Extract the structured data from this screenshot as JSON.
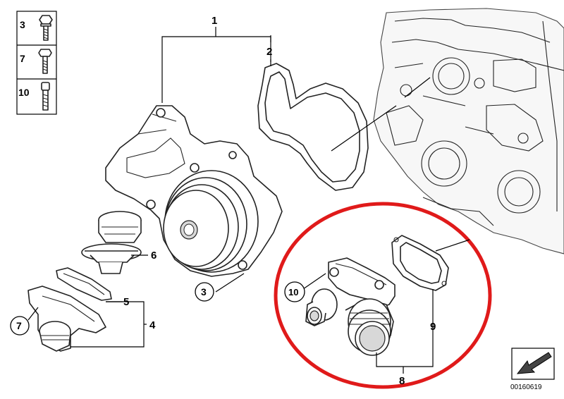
{
  "legend": {
    "items": [
      {
        "label": "3",
        "icon": "flange-bolt-icon"
      },
      {
        "label": "7",
        "icon": "hex-bolt-icon"
      },
      {
        "label": "10",
        "icon": "torx-screw-icon"
      }
    ]
  },
  "callouts": {
    "c1": "1",
    "c2": "2",
    "c3": "3",
    "c4": "4",
    "c5": "5",
    "c6": "6",
    "c7": "7",
    "c8": "8",
    "c9": "9",
    "c10": "10"
  },
  "highlight_color": "#e01a1a",
  "diagram_id": "00160619"
}
